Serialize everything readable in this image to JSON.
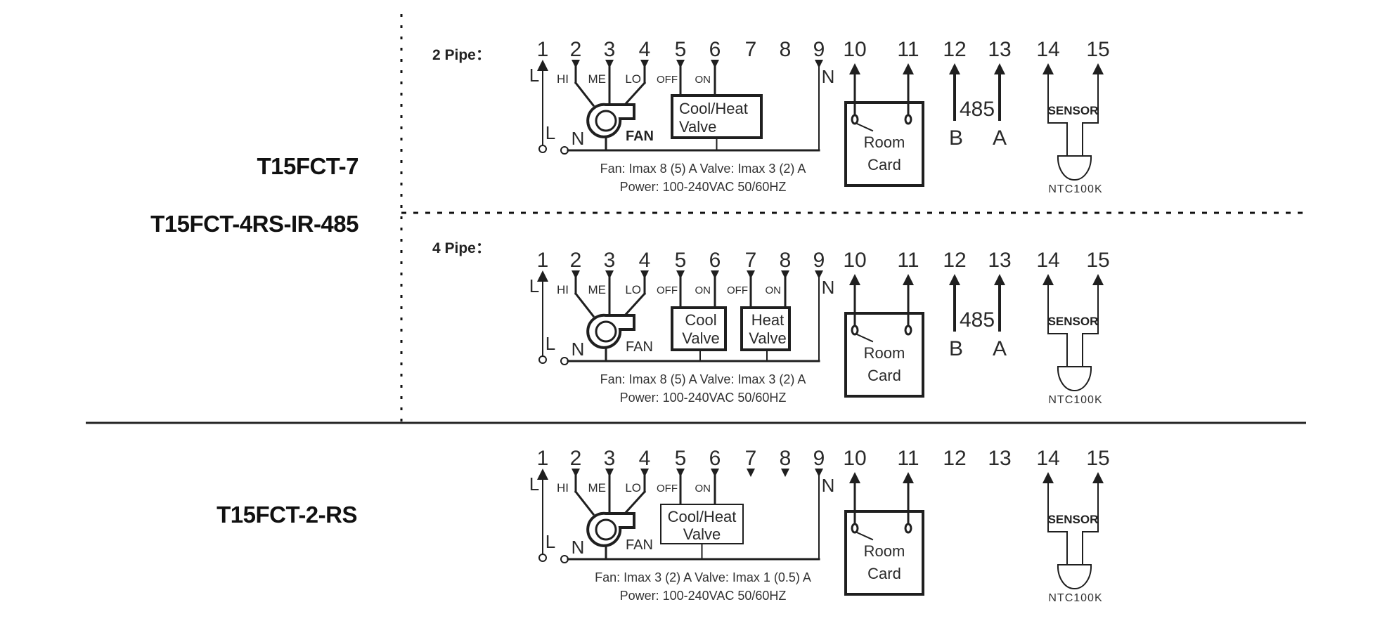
{
  "models": {
    "top_primary": "T15FCT-7",
    "top_secondary": "T15FCT-4RS-IR-485",
    "bottom": "T15FCT-2-RS"
  },
  "sections": [
    {
      "id": "two_pipe",
      "title": "2 Pipe：",
      "terminals": [
        "1",
        "2",
        "3",
        "4",
        "5",
        "6",
        "7",
        "8",
        "9",
        "10",
        "11",
        "12",
        "13",
        "14",
        "15"
      ],
      "line_labels": {
        "L_top": "L",
        "L_bottom": "L",
        "N_bus": "N",
        "N_term": "N"
      },
      "fan_speeds": [
        "HI",
        "ME",
        "LO"
      ],
      "fan_label": "FAN",
      "valves": [
        {
          "off_label": "OFF",
          "on_label": "ON",
          "line1": "Cool/Heat",
          "line2": "Valve"
        }
      ],
      "room_card": {
        "line1": "Room",
        "line2": "Card"
      },
      "rs485": {
        "label": "485",
        "b": "B",
        "a": "A"
      },
      "sensor": {
        "label": "SENSOR",
        "type": "NTC100K"
      },
      "spec_line1": "Fan: Imax 8 (5) A    Valve: Imax 3 (2) A",
      "spec_line2": "Power: 100-240VAC    50/60HZ"
    },
    {
      "id": "four_pipe",
      "title": "4 Pipe：",
      "terminals": [
        "1",
        "2",
        "3",
        "4",
        "5",
        "6",
        "7",
        "8",
        "9",
        "10",
        "11",
        "12",
        "13",
        "14",
        "15"
      ],
      "line_labels": {
        "L_top": "L",
        "L_bottom": "L",
        "N_bus": "N",
        "N_term": "N"
      },
      "fan_speeds": [
        "HI",
        "ME",
        "LO"
      ],
      "fan_label": "FAN",
      "valves": [
        {
          "off_label": "OFF",
          "on_label": "ON",
          "line1": "Cool",
          "line2": "Valve"
        },
        {
          "off_label": "OFF",
          "on_label": "ON",
          "line1": "Heat",
          "line2": "Valve"
        }
      ],
      "room_card": {
        "line1": "Room",
        "line2": "Card"
      },
      "rs485": {
        "label": "485",
        "b": "B",
        "a": "A"
      },
      "sensor": {
        "label": "SENSOR",
        "type": "NTC100K"
      },
      "spec_line1": "Fan: Imax 8 (5) A    Valve: Imax 3 (2) A",
      "spec_line2": "Power: 100-240VAC    50/60HZ"
    },
    {
      "id": "two_rs",
      "title": "",
      "terminals": [
        "1",
        "2",
        "3",
        "4",
        "5",
        "6",
        "7",
        "8",
        "9",
        "10",
        "11",
        "12",
        "13",
        "14",
        "15"
      ],
      "line_labels": {
        "L_top": "L",
        "L_bottom": "L",
        "N_bus": "N",
        "N_term": "N"
      },
      "fan_speeds": [
        "HI",
        "ME",
        "LO"
      ],
      "fan_label": "FAN",
      "valves": [
        {
          "off_label": "OFF",
          "on_label": "ON",
          "line1": "Cool/Heat",
          "line2": "Valve"
        }
      ],
      "room_card": {
        "line1": "Room",
        "line2": "Card"
      },
      "rs485": null,
      "sensor": {
        "label": "SENSOR",
        "type": "NTC100K"
      },
      "spec_line1": "Fan: Imax 3 (2) A    Valve: Imax 1 (0.5) A",
      "spec_line2": "Power: 100-240VAC    50/60HZ"
    }
  ]
}
